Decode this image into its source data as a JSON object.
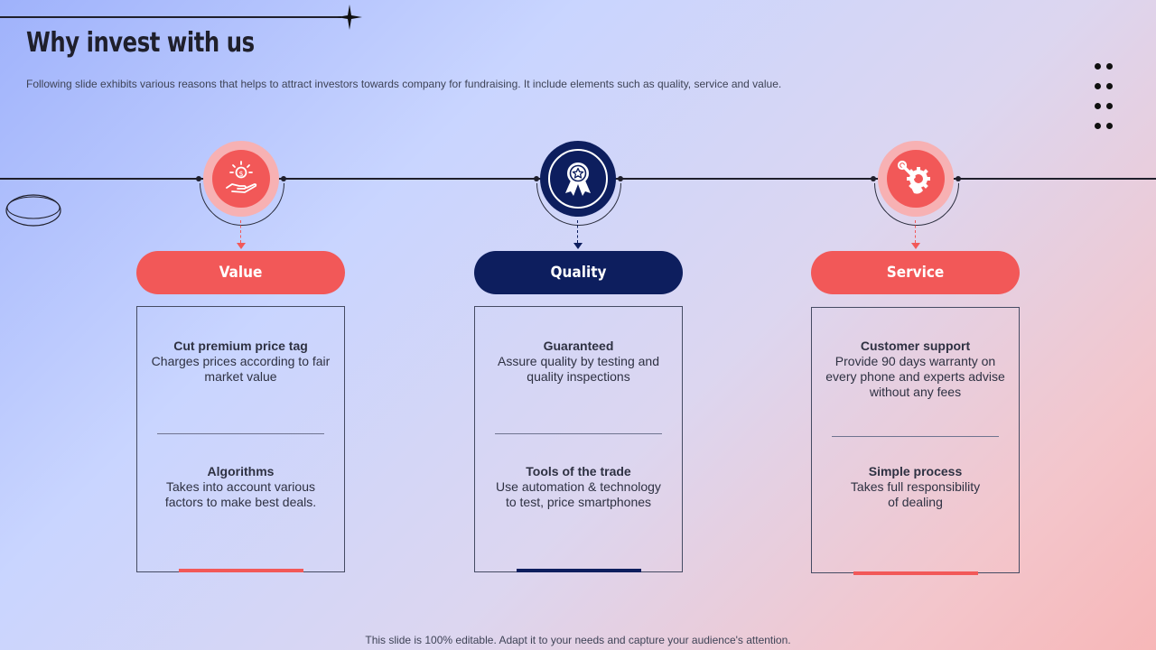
{
  "slide": {
    "title": "Why invest with us",
    "subtitle": "Following slide exhibits various reasons that helps to attract investors towards company for fundraising. It include elements such as quality, service and value.",
    "footer": "This slide is 100% editable. Adapt it to your needs and capture your audience's attention."
  },
  "colors": {
    "coral": "#f25858",
    "navy": "#0d1e5e"
  },
  "columns": [
    {
      "label": "Value",
      "icon": "dollar-hand-icon",
      "color": "#f25858",
      "top": {
        "heading": "Cut premium price tag",
        "lines": [
          "Charges prices according to fair",
          "market value"
        ]
      },
      "bottom": {
        "heading": "Algorithms",
        "lines": [
          "Takes into account various",
          "factors to make best deals."
        ]
      }
    },
    {
      "label": "Quality",
      "icon": "award-ribbon-icon",
      "color": "#0d1e5e",
      "top": {
        "heading": "Guaranteed",
        "lines": [
          "Assure quality by testing and",
          "quality inspections"
        ]
      },
      "bottom": {
        "heading": "Tools of the trade",
        "lines": [
          "Use automation & technology",
          "to test, price smartphones"
        ]
      }
    },
    {
      "label": "Service",
      "icon": "repair-tools-icon",
      "color": "#f25858",
      "top": {
        "heading": "Customer support",
        "lines": [
          "Provide 90 days warranty on",
          "every phone and experts advise",
          "without any fees"
        ]
      },
      "bottom": {
        "heading": "Simple process",
        "lines": [
          "Takes full responsibility",
          "of dealing"
        ]
      }
    }
  ]
}
